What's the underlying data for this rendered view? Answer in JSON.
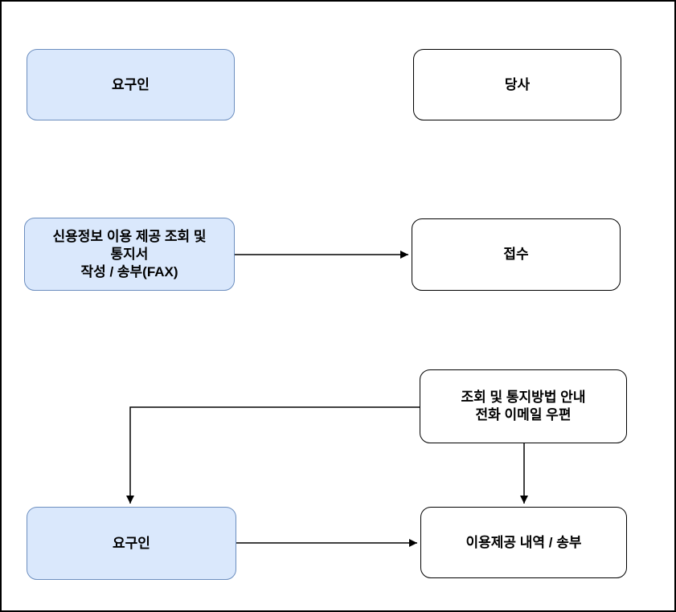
{
  "diagram": {
    "type": "flowchart",
    "colors": {
      "highlight_fill": "#DAE8FC",
      "highlight_border": "#6C8EBF",
      "plain_fill": "#FFFFFF",
      "plain_border": "#000000",
      "arrow": "#000000",
      "frame_border": "#000000"
    },
    "nodes": [
      {
        "id": "requester-top",
        "variant": "highlight",
        "lines": [
          "요구인"
        ]
      },
      {
        "id": "company",
        "variant": "plain",
        "lines": [
          "당사"
        ]
      },
      {
        "id": "notice-form",
        "variant": "highlight",
        "lines": [
          "신용정보 이용 제공 조회 및",
          "통지서",
          "작성 / 송부(FAX)"
        ]
      },
      {
        "id": "receipt",
        "variant": "plain",
        "lines": [
          "접수"
        ]
      },
      {
        "id": "guide-method",
        "variant": "plain",
        "lines": [
          "조회 및 통지방법 안내",
          "전화 이메일 우편"
        ]
      },
      {
        "id": "requester-bottom",
        "variant": "highlight",
        "lines": [
          "요구인"
        ]
      },
      {
        "id": "usage-history",
        "variant": "plain",
        "lines": [
          "이용제공 내역 / 송부"
        ]
      }
    ],
    "edges": [
      {
        "from": "notice-form",
        "to": "receipt",
        "style": "arrow-right"
      },
      {
        "from": "guide-method",
        "to": "requester-bottom",
        "style": "elbow-left-down-arrow"
      },
      {
        "from": "guide-method",
        "to": "usage-history",
        "style": "arrow-down"
      },
      {
        "from": "requester-bottom",
        "to": "usage-history",
        "style": "arrow-right"
      }
    ]
  }
}
